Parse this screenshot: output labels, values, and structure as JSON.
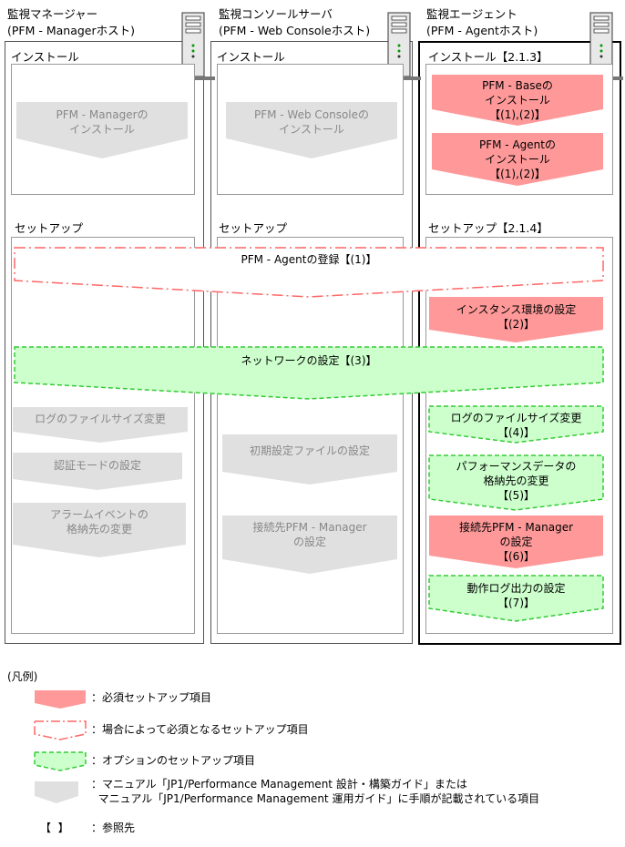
{
  "columns": {
    "manager": {
      "title": "監視マネージャー",
      "host": "(PFM - Managerホスト)",
      "install_label": "インストール",
      "setup_label": "セットアップ"
    },
    "webconsole": {
      "title": "監視コンソールサーバ",
      "host": "(PFM - Web Consoleホスト)",
      "install_label": "インストール",
      "setup_label": "セットアップ"
    },
    "agent": {
      "title": "監視エージェント",
      "host": "(PFM - Agentホスト)",
      "install_label": "インストール【2.1.3】",
      "setup_label": "セットアップ【2.1.4】"
    }
  },
  "steps": {
    "mgr_install": "PFM - Managerの\nインストール",
    "wc_install": "PFM - Web Consoleの\nインストール",
    "base_install": "PFM - Baseの\nインストール\n【(1),(2)】",
    "agent_install": "PFM - Agentの\nインストール\n【(1),(2)】",
    "agent_register": "PFM - Agentの登録【(1)】",
    "instance_env": "インスタンス環境の設定\n【(2)】",
    "network": "ネットワークの設定【(3)】",
    "mgr_log_size": "ログのファイルサイズ変更",
    "mgr_auth_mode": "認証モードの設定",
    "mgr_alarm_store": "アラームイベントの\n格納先の変更",
    "wc_init_file": "初期設定ファイルの設定",
    "wc_connect": "接続先PFM - Manager\nの設定",
    "agent_log_size": "ログのファイルサイズ変更\n【(4)】",
    "agent_perf_store": "パフォーマンスデータの\n格納先の変更\n【(5)】",
    "agent_connect": "接続先PFM - Manager\nの設定\n【(6)】",
    "agent_oplog": "動作ログ出力の設定\n【(7)】"
  },
  "legend": {
    "title": "(凡例)",
    "required": "：必須セットアップ項目",
    "conditional": "：場合によって必須となるセットアップ項目",
    "optional": "：オプションのセットアップ項目",
    "manual": "：マニュアル「JP1/Performance Management 設計・構築ガイド」または\n  マニュアル「JP1/Performance Management 運用ガイド」に手順が記載されている項目",
    "brackets_symbol": "【  】",
    "reference": "：参照先"
  },
  "colors": {
    "required_fill": "#FF9999",
    "optional_fill": "#CCFFCC",
    "optional_stroke": "#33CC33",
    "conditional_stroke": "#FF6666",
    "manual_fill": "#E0E0E0"
  }
}
